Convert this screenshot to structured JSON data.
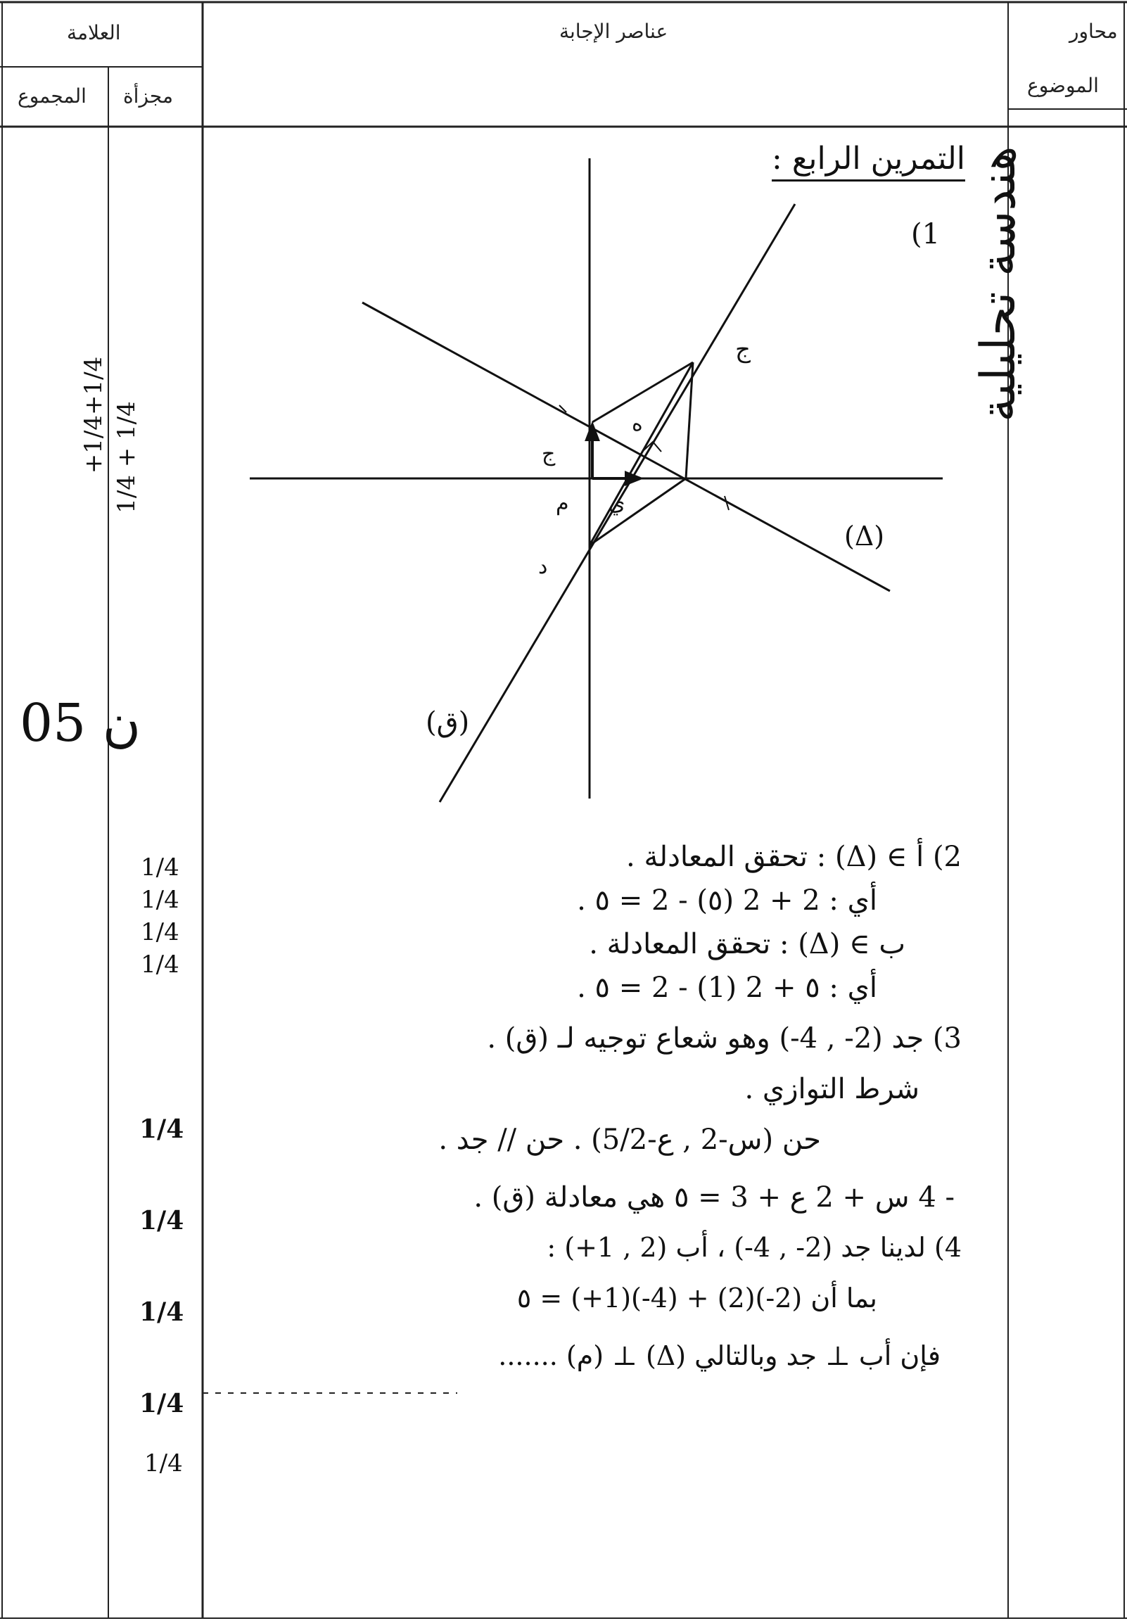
{
  "header": {
    "marks_title": "العلامة",
    "answer_elements": "عناصر الإجابة",
    "topic_line1": "محاور",
    "topic_line2": "الموضوع",
    "total": "المجموع",
    "partial": "مجزأة"
  },
  "topic_column": {
    "label": "هندسة تحليلية"
  },
  "total_mark": "05 ن",
  "partial_marks": {
    "figure": [
      "+1/4+1/4",
      "1/4 + 1/4"
    ],
    "part2": [
      "1/4",
      "1/4",
      "1/4",
      "1/4"
    ],
    "part3": [
      "1/4",
      "1/4",
      "1/4",
      "1/4"
    ],
    "part4": [
      "1/4"
    ]
  },
  "exercise": {
    "title": "التمرين الرابع :",
    "part1_label": "(1",
    "figure_labels": {
      "line_delta": "(Δ)",
      "line_q": "(ق)",
      "pt_j": "ج",
      "pt_h": "ه",
      "pt_d": "د",
      "pt_m": "م",
      "vec_i": "ي",
      "vec_j": "ج"
    },
    "lines": [
      "2) أ ∋ (Δ) : تحقق المعادلة .",
      "أي : 2 + 2 (٥) - 2 = ٥ .",
      "ب ∋ (Δ) : تحقق المعادلة .",
      "أي : ٥ + 2 (1) - 2 = ٥ .",
      "3) جد (2- , 4-) وهو شعاع توجيه لـ (ق) .",
      "شرط التوازي .",
      "حن (س-2 , ع-5/2) . حن // جد .",
      "- 4 س + 2 ع + 3 = ٥ هي معادلة (ق) .",
      "4) لدينا جد (2- , 4-) ، أب (2 , 1+) :",
      "بما أن (2-)(2) + (4-)(1+) = ٥",
      "فإن أب ⊥ جد وبالتالي (Δ) ⊥ (م) ......."
    ]
  }
}
